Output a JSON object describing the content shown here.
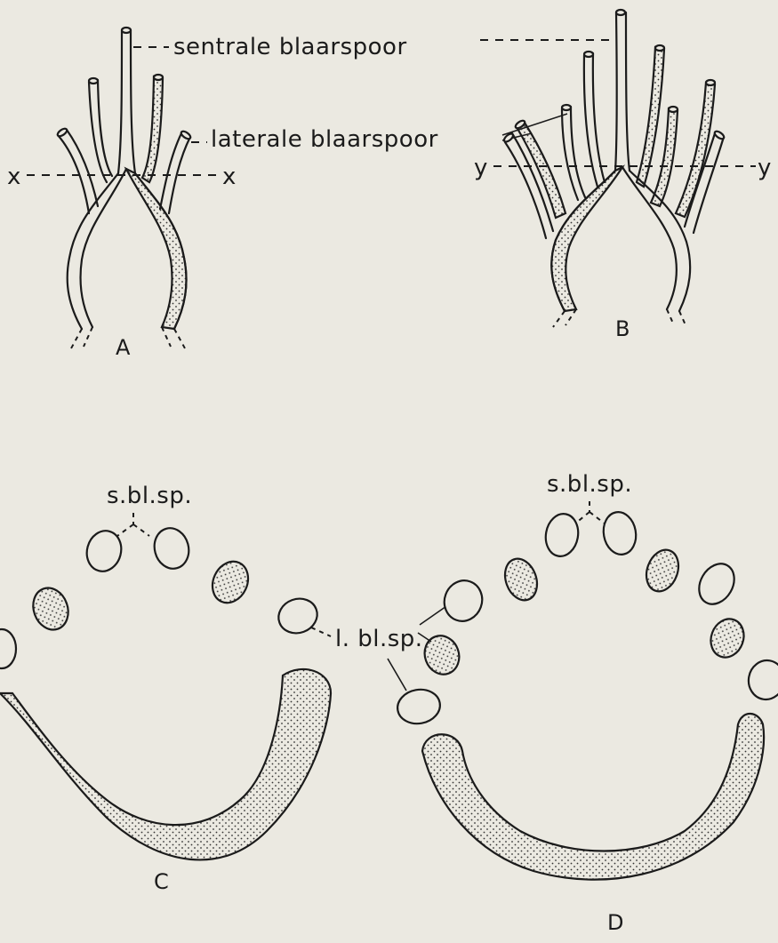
{
  "labels": {
    "central_trace": "sentrale blaarspoor",
    "lateral_trace": "laterale blaarspoor",
    "section_x_left": "x",
    "section_x_right": "x",
    "section_y_left": "y",
    "section_y_right": "y",
    "central_abbrev_c": "s.bl.sp.",
    "central_abbrev_d": "s.bl.sp.",
    "lateral_abbrev": "l. bl.sp."
  },
  "panels": {
    "a": "A",
    "b": "B",
    "c": "C",
    "d": "D"
  }
}
